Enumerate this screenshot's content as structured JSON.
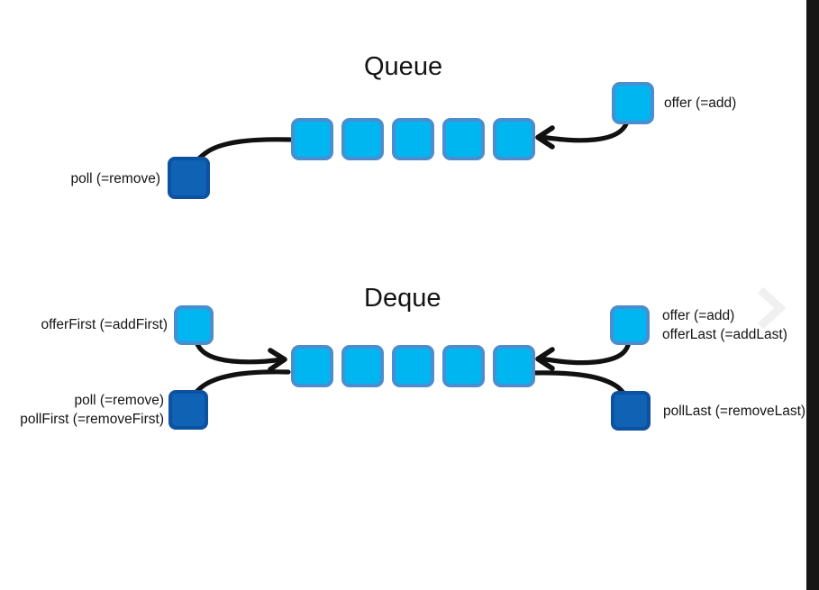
{
  "diagram": {
    "background_color": "#ffffff",
    "gutter_color": "#161616",
    "accent_light": "#00b6f0",
    "accent_light_border": "#4a8ed0",
    "accent_dark": "#0f62b4",
    "accent_dark_border": "#0d52a0",
    "watermark": "chevron-right-watermark"
  },
  "queue": {
    "title": "Queue",
    "cells": [
      "",
      "",
      "",
      "",
      ""
    ],
    "enqueue_label": "offer (=add)",
    "dequeue_label": "poll (=remove)"
  },
  "deque": {
    "title": "Deque",
    "cells": [
      "",
      "",
      "",
      "",
      ""
    ],
    "left_add_label": "offerFirst (=addFirst)",
    "left_remove_label_line1": "poll (=remove)",
    "left_remove_label_line2": "pollFirst (=removeFirst)",
    "right_add_label_line1": "offer (=add)",
    "right_add_label_line2": "offerLast (=addLast)",
    "right_remove_label": "pollLast (=removeLast)"
  }
}
